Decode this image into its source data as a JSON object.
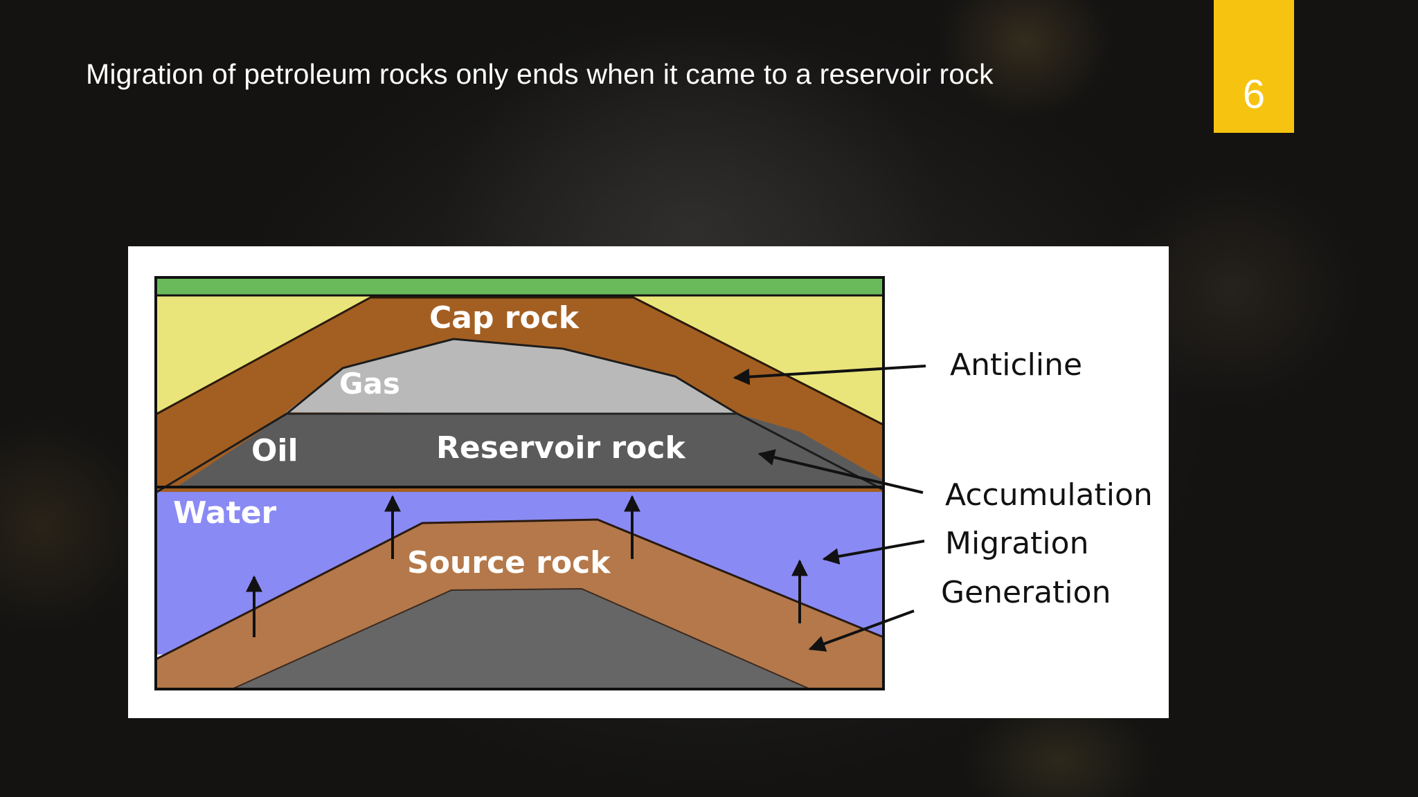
{
  "slide": {
    "title": "Migration of petroleum rocks only ends when it came to a reservoir rock",
    "page_number": "6"
  },
  "diagram": {
    "layers": {
      "cap_rock": "Cap rock",
      "gas": "Gas",
      "oil": "Oil",
      "reservoir_rock": "Reservoir rock",
      "water": "Water",
      "source_rock": "Source rock"
    },
    "callouts": {
      "anticline": "Anticline",
      "accumulation": "Accumulation",
      "migration": "Migration",
      "generation": "Generation"
    },
    "colors": {
      "surface": "#6aba5c",
      "overburden": "#e9e57a",
      "cap_rock": "#a35f22",
      "gas": "#b9b9b9",
      "reservoir_oil": "#5b5b5b",
      "water": "#8a8af5",
      "source_rock": "#b4784a",
      "basement": "#666666",
      "badge": "#f6c310"
    }
  }
}
